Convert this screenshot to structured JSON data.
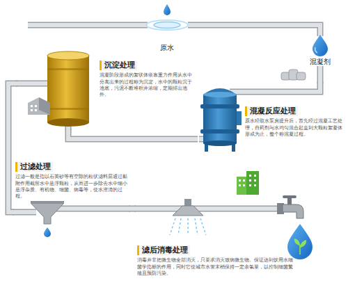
{
  "diagram": {
    "nodes": [
      {
        "text": [
          "原水"
        ]
      },
      {
        "text": [
          "混凝剂"
        ]
      },
      {
        "text": [
          "混凝反应处理",
          "原水经取水泵房提升后，首先经过混凝工艺处理，自药剂与水均匀混合起直到大颗粒絮凝体形成为止，整个称混凝过程。"
        ]
      },
      {
        "text": [
          "沉淀处理",
          "混凝阶段形成的絮状体依靠重力作用从水中分离出来的过程称为沉淀，水中的颗粒沉于池底，污泥不断堆积并浓缩，定期排出池外。"
        ]
      },
      {
        "text": [
          "过滤处理",
          "过滤一般是指以石英砂等有空隙的粒状滤料层通过黏附作用截留水中悬浮颗粒，从而进一步除去水中细小悬浮杂质、有机物、细菌、病毒等，使水澄清的过程。"
        ]
      },
      {
        "text": [
          "滤后消毒处理",
          "消毒并非把微生物全部消灭，只要求消灭致病微生物。保证达到饮用水细菌学指标的作用，同时它使城市水管末梢保持一定余氯量，以控制细菌繁殖且预防污染。"
        ]
      }
    ],
    "edges": [
      {
        "from": 0,
        "to": 1,
        "arrow": "none"
      },
      {
        "from": 1,
        "to": 2,
        "arrow": "none"
      },
      {
        "from": 2,
        "to": 3,
        "arrow": "none"
      },
      {
        "from": 3,
        "to": 4,
        "arrow": "none"
      },
      {
        "from": 4,
        "to": 5,
        "arrow": "none"
      }
    ]
  }
}
